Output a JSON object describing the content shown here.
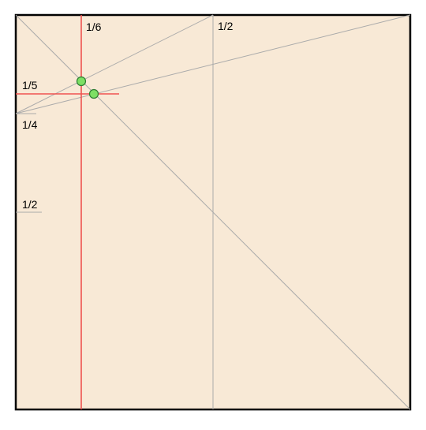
{
  "colors": {
    "paper": "#f8e9d6",
    "border": "#000000",
    "guide_line": "#aaaaaa",
    "crease_line": "#ef5350",
    "point_fill": "#7ddf64",
    "point_stroke": "#2e7d32"
  },
  "labels": {
    "top_sixth": "1/6",
    "top_half": "1/2",
    "left_fifth": "1/5",
    "left_quarter": "1/4",
    "left_half": "1/2"
  }
}
